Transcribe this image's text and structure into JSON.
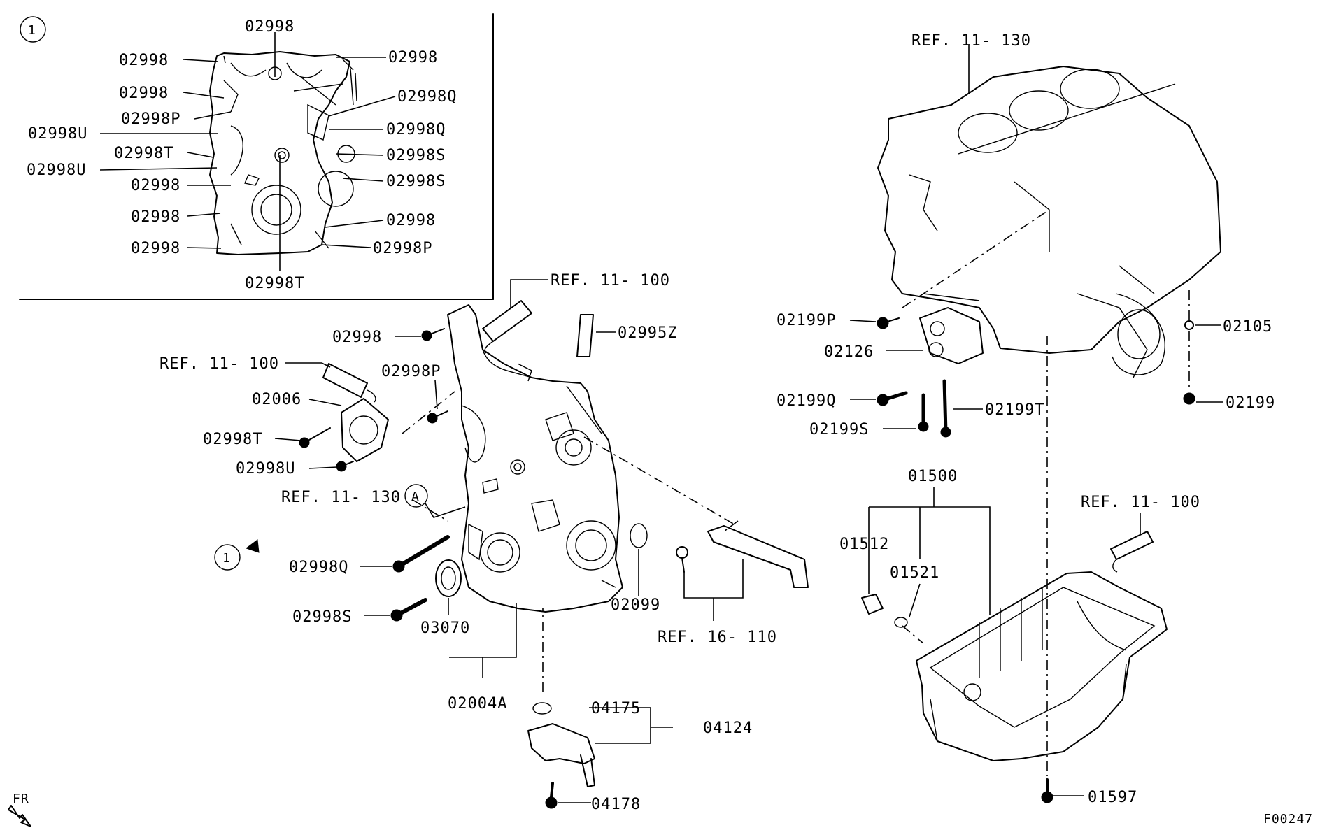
{
  "figure_code": "F00247",
  "front_marker": "FR",
  "inset": {
    "callout": "1"
  },
  "view_marker": "1",
  "detail_marker": "A",
  "labels": {
    "i_02998_top": "02998",
    "i_02998_l1": "02998",
    "i_02998_r1": "02998",
    "i_02998_l2": "02998",
    "i_02998Q_r1": "02998Q",
    "i_02998P_l": "02998P",
    "i_02998Q_r2": "02998Q",
    "i_02998U_l1": "02998U",
    "i_02998T_l": "02998T",
    "i_02998S_r1": "02998S",
    "i_02998U_l2": "02998U",
    "i_02998S_r2": "02998S",
    "i_02998_l3": "02998",
    "i_02998_l4": "02998",
    "i_02998_r2": "02998",
    "i_02998_l5": "02998",
    "i_02998P_r": "02998P",
    "i_02998T_b": "02998T",
    "ref_11_100_a": "REF. 11- 100",
    "c_02998": "02998",
    "c_02995Z": "02995Z",
    "ref_11_100_b": "REF. 11- 100",
    "c_02998P": "02998P",
    "c_02006": "02006",
    "c_02998T": "02998T",
    "c_02998U": "02998U",
    "ref_11_130_a": "REF. 11- 130",
    "c_02998Q": "02998Q",
    "c_02998S": "02998S",
    "c_03070": "03070",
    "c_02099": "02099",
    "ref_16_110": "REF. 16- 110",
    "c_02004A": "02004A",
    "c_04175": "04175",
    "c_04124": "04124",
    "c_04178": "04178",
    "ref_11_130_b": "REF. 11- 130",
    "c_02199P": "02199P",
    "c_02126": "02126",
    "c_02105": "02105",
    "c_02199Q": "02199Q",
    "c_02199T": "02199T",
    "c_02199S": "02199S",
    "c_02199": "02199",
    "c_01500": "01500",
    "c_01512": "01512",
    "c_01521": "01521",
    "ref_11_100_c": "REF. 11- 100",
    "c_01597": "01597"
  }
}
